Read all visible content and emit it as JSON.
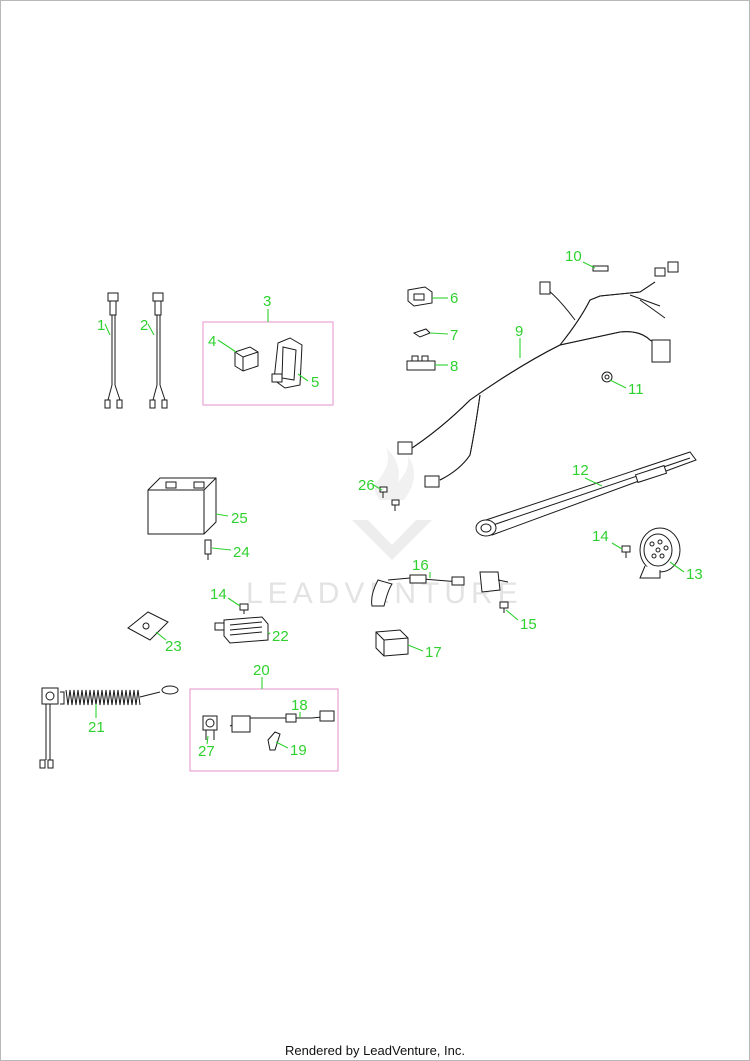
{
  "watermark": {
    "text": "LEADVENTURE"
  },
  "footer": {
    "text": "Rendered by LeadVenture, Inc."
  },
  "colors": {
    "callout": "#2fd12f",
    "group_box": "#e89ad0",
    "line_art": "#1a1a1a"
  },
  "parts": [
    {
      "id": "1",
      "label": "1"
    },
    {
      "id": "2",
      "label": "2"
    },
    {
      "id": "3",
      "label": "3"
    },
    {
      "id": "4",
      "label": "4"
    },
    {
      "id": "5",
      "label": "5"
    },
    {
      "id": "6",
      "label": "6"
    },
    {
      "id": "7",
      "label": "7"
    },
    {
      "id": "8",
      "label": "8"
    },
    {
      "id": "9",
      "label": "9"
    },
    {
      "id": "10",
      "label": "10"
    },
    {
      "id": "11",
      "label": "11"
    },
    {
      "id": "12",
      "label": "12"
    },
    {
      "id": "13",
      "label": "13"
    },
    {
      "id": "14a",
      "label": "14"
    },
    {
      "id": "14b",
      "label": "14"
    },
    {
      "id": "15",
      "label": "15"
    },
    {
      "id": "16",
      "label": "16"
    },
    {
      "id": "17",
      "label": "17"
    },
    {
      "id": "18",
      "label": "18"
    },
    {
      "id": "19",
      "label": "19"
    },
    {
      "id": "20",
      "label": "20"
    },
    {
      "id": "21",
      "label": "21"
    },
    {
      "id": "22",
      "label": "22"
    },
    {
      "id": "23",
      "label": "23"
    },
    {
      "id": "24",
      "label": "24"
    },
    {
      "id": "25",
      "label": "25"
    },
    {
      "id": "26",
      "label": "26"
    },
    {
      "id": "27",
      "label": "27"
    }
  ]
}
